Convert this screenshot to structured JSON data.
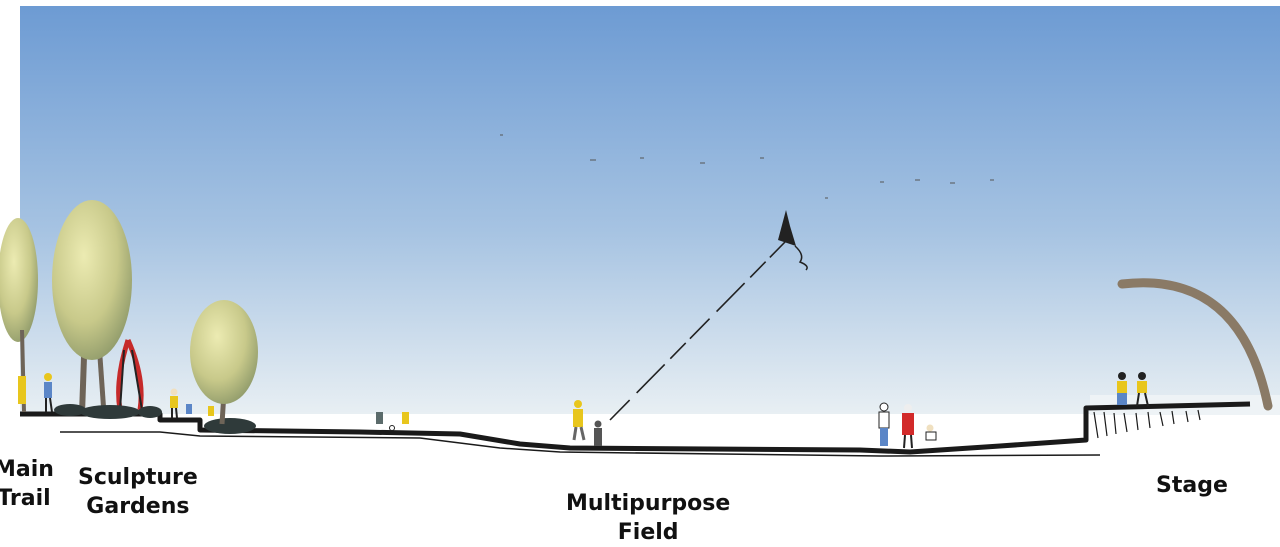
{
  "labels": {
    "main_trail": [
      "Main",
      "Trail"
    ],
    "sculpture_gardens": [
      "Sculpture",
      "Gardens"
    ],
    "multipurpose_field": [
      "Multipurpose",
      "Field"
    ],
    "stage": [
      "Stage"
    ]
  },
  "colors": {
    "sky_top": "#6d9bd3",
    "sky_bottom": "#e6eef3",
    "ground": "#1a1a1a",
    "tree_foliage": "#c8c98a",
    "tree_shade": "#8f9a6a",
    "trunk": "#6e6458",
    "sculpture_red": "#c62a2a",
    "arch": "#8a7a66",
    "person_yellow": "#e8c61d",
    "person_blue": "#5b86c7",
    "person_red": "#d22a2a"
  }
}
